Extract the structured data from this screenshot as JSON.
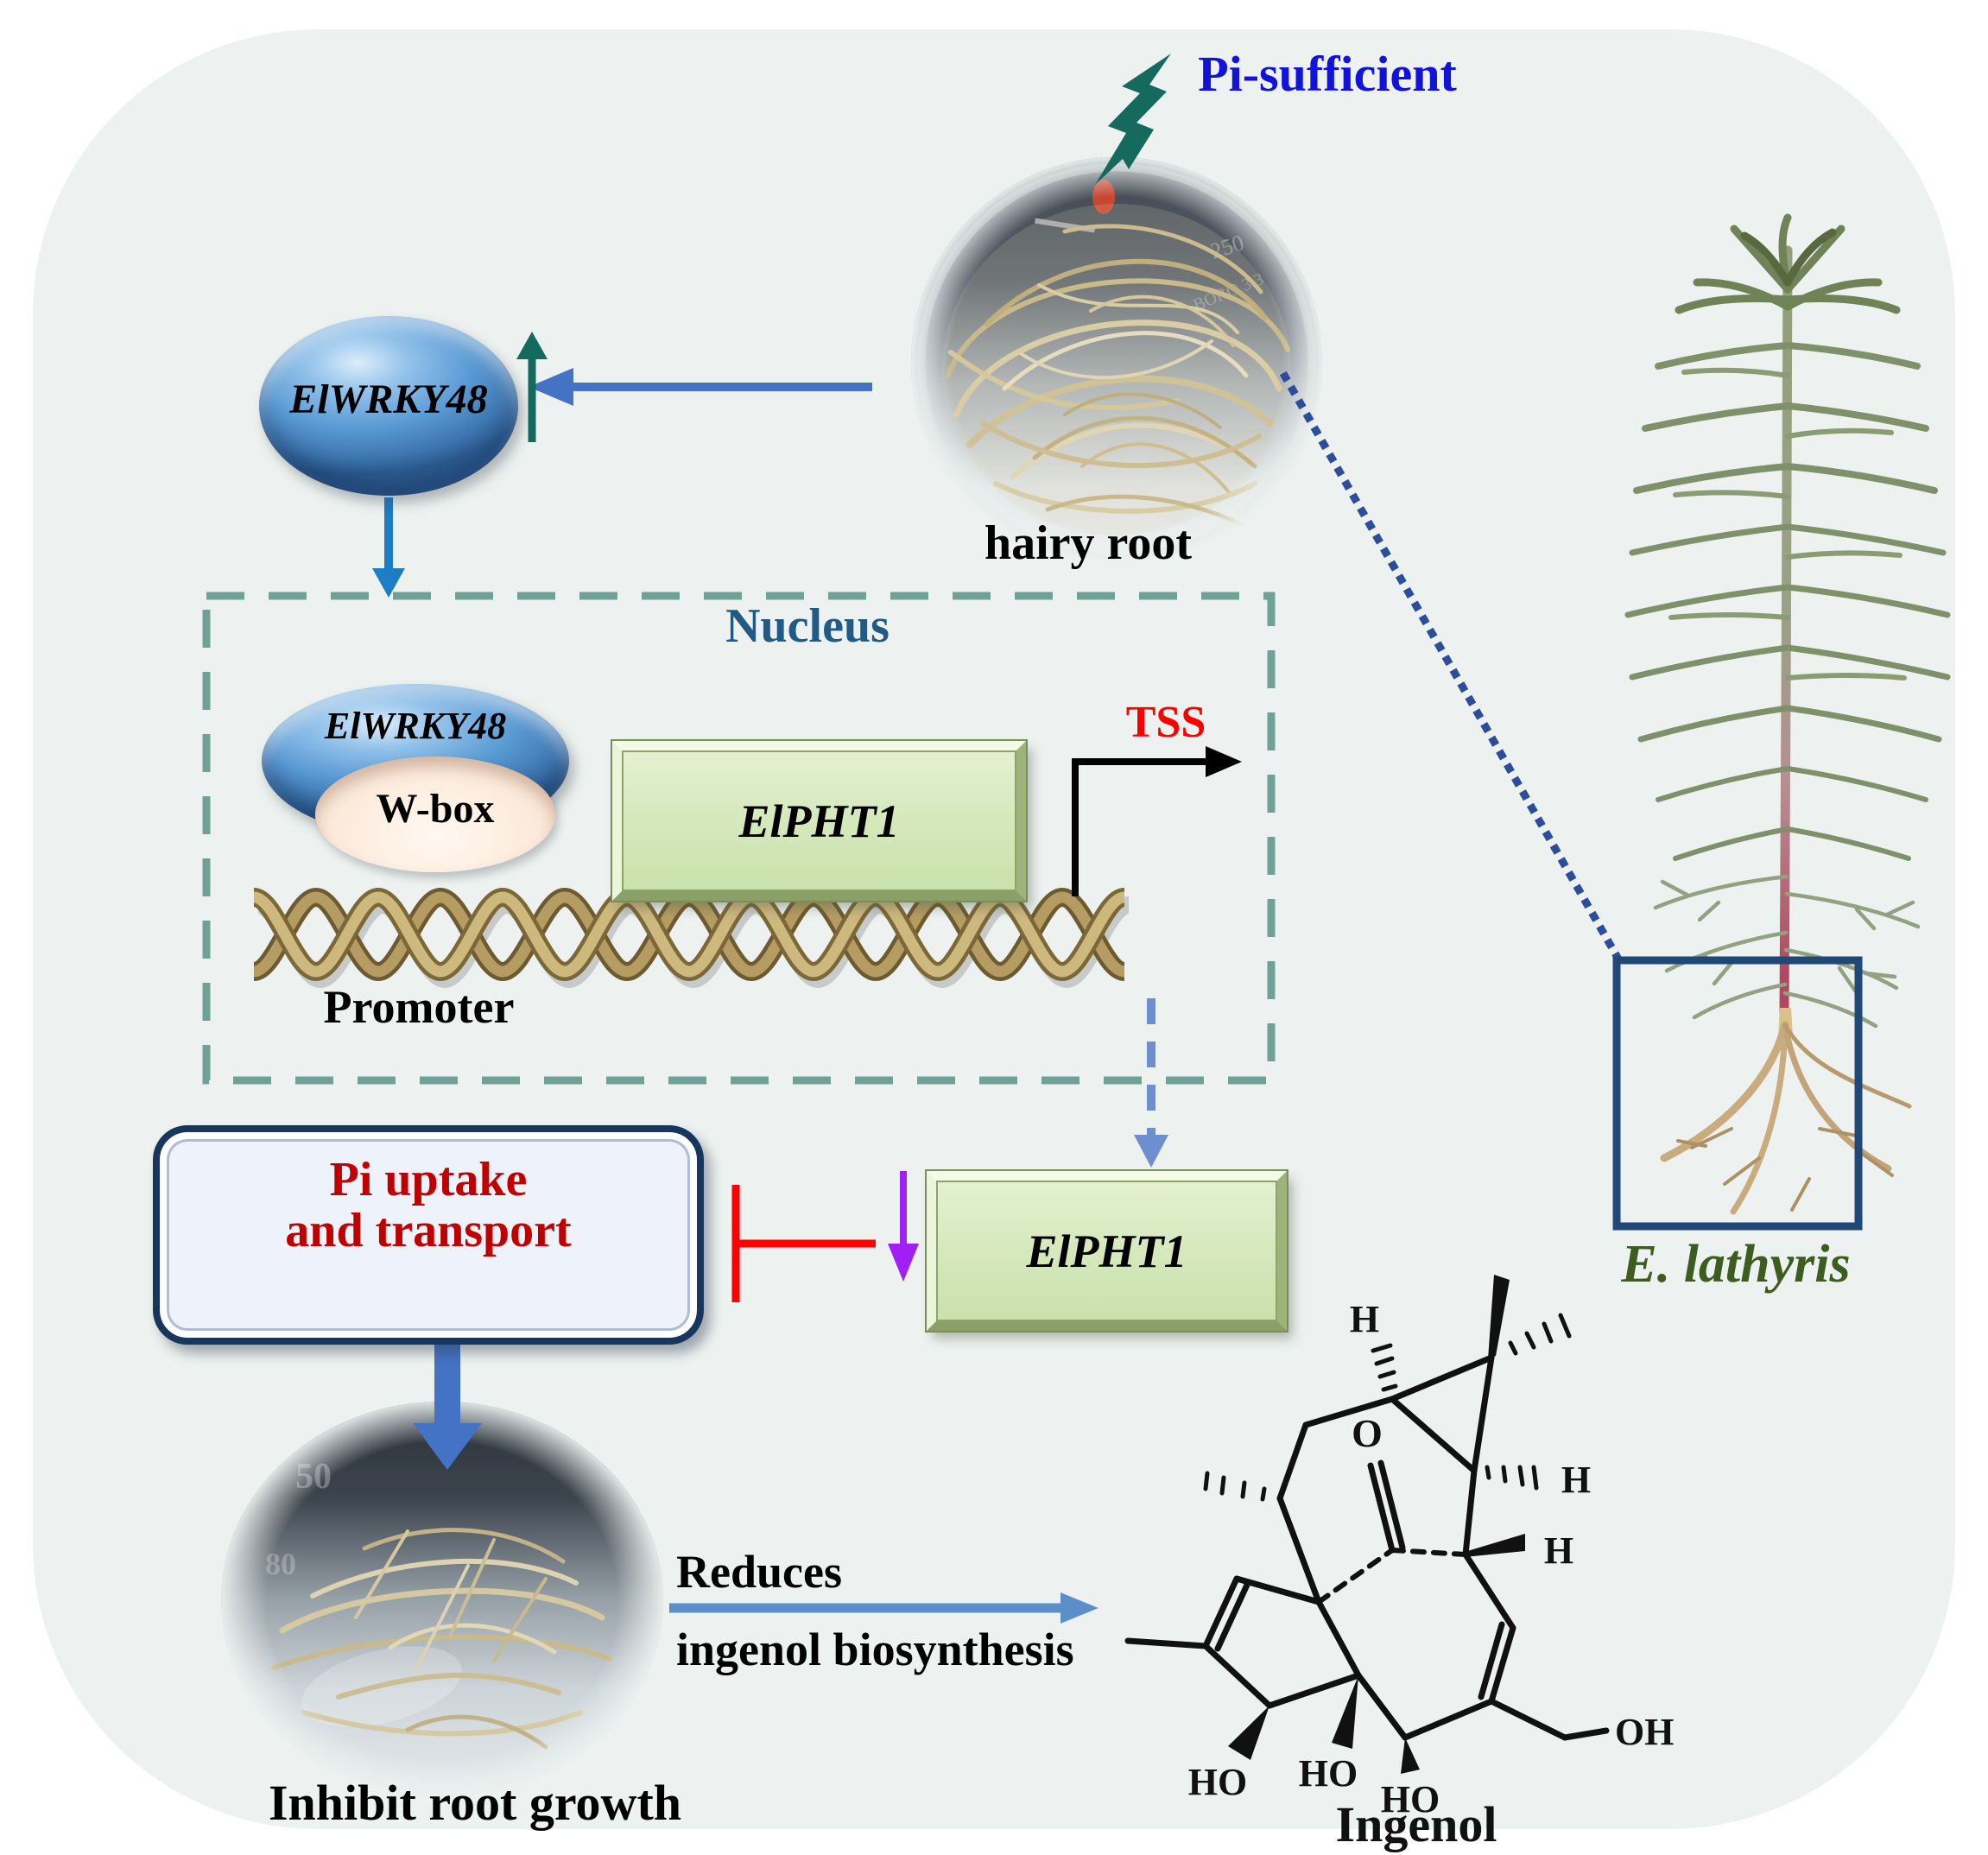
{
  "labels": {
    "pi_sufficient": "Pi-sufficient",
    "hairy_root": "hairy root",
    "wrky_gene": "ElWRKY48",
    "nucleus": "Nucleus",
    "w_box": "W-box",
    "pht_gene": "ElPHT1",
    "tss": "TSS",
    "promoter": "Promoter",
    "pi_uptake_line1": "Pi uptake",
    "pi_uptake_line2": "and transport",
    "inhibit_root_growth": "Inhibit root growth",
    "reduces_line1": "Reduces",
    "reduces_line2": "ingenol biosynthesis",
    "compound_name": "Ingenol",
    "species": "E. lathyris"
  },
  "atoms": {
    "h": "H",
    "o": "O",
    "ho": "HO",
    "oh": "OH"
  },
  "colors": {
    "background_panel": "#edf2f0",
    "arrow_blue": "#4472c4",
    "down_arrow_blue": "#1d7dc5",
    "teal_accent": "#156a5e",
    "nucleus_dash": "#6fa296",
    "nucleus_text": "#205a85",
    "inhibition_red": "#fe0000",
    "pi_uptake_text_red": "#c00000",
    "tss_red": "#fb0000",
    "purple_arrow": "#a11ff2",
    "pi_sufficient_blue": "#1212dd",
    "species_green": "#3c5c20",
    "dna_gold": "#b49c63",
    "green_box_fill": "#d4e8ba",
    "blue_ellipse": "#5b9bd5",
    "w_box_fill": "#fcebdc",
    "dotted_link_blue": "#2b4d9b",
    "root_box_border": "#1f4876"
  }
}
